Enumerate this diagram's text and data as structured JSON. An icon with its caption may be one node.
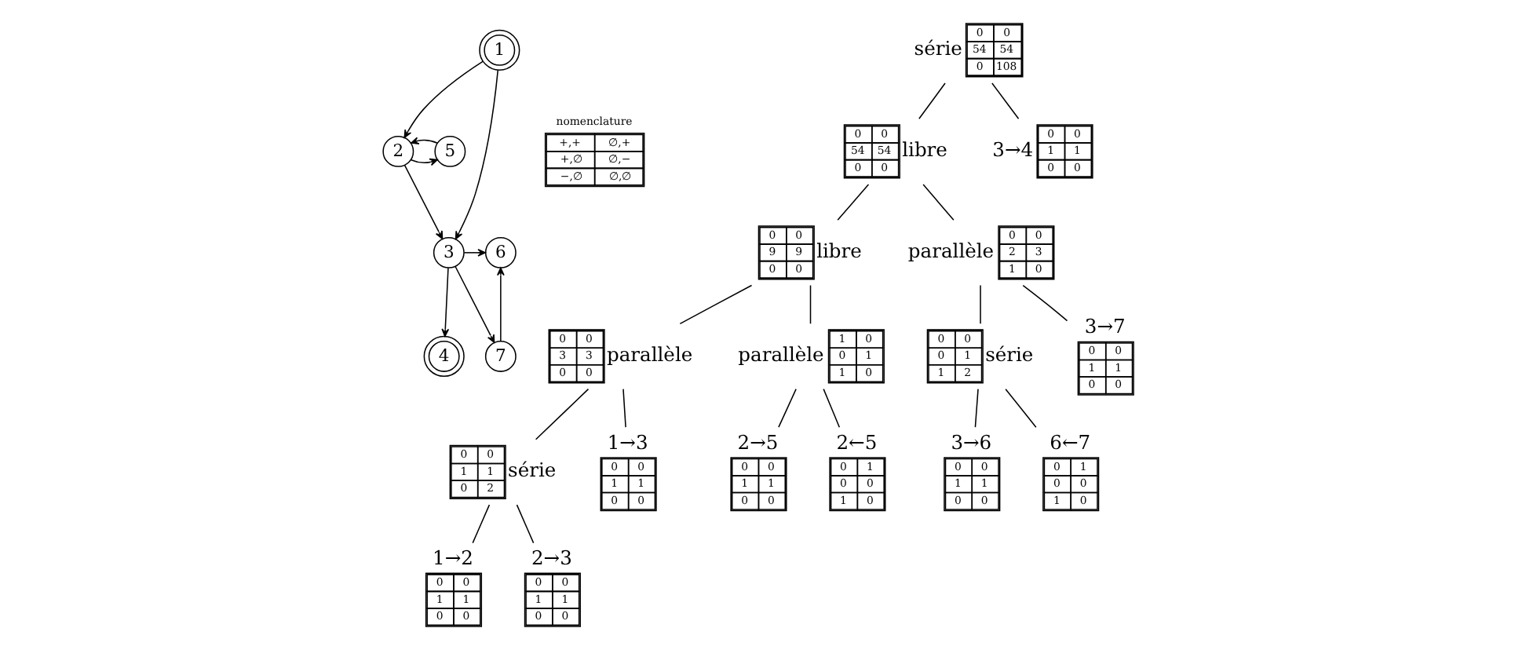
{
  "diagram": {
    "nodes": [
      {
        "text": [
          "1"
        ]
      },
      {
        "text": [
          "2"
        ]
      },
      {
        "text": [
          "3"
        ]
      },
      {
        "text": [
          "4"
        ]
      },
      {
        "text": [
          "5"
        ]
      },
      {
        "text": [
          "6"
        ]
      },
      {
        "text": [
          "7"
        ]
      },
      {
        "text": [
          "série",
          "0",
          "0",
          "54",
          "54",
          "0",
          "108"
        ]
      },
      {
        "text": [
          "libre",
          "0",
          "0",
          "54",
          "54",
          "0",
          "0"
        ]
      },
      {
        "text": [
          "3→4",
          "0",
          "0",
          "1",
          "1",
          "0",
          "0"
        ]
      },
      {
        "text": [
          "libre",
          "0",
          "0",
          "9",
          "9",
          "0",
          "0"
        ]
      },
      {
        "text": [
          "parallèle",
          "0",
          "0",
          "2",
          "3",
          "1",
          "0"
        ]
      },
      {
        "text": [
          "parallèle",
          "0",
          "0",
          "3",
          "3",
          "0",
          "0"
        ]
      },
      {
        "text": [
          "parallèle",
          "1",
          "0",
          "0",
          "1",
          "1",
          "0"
        ]
      },
      {
        "text": [
          "série",
          "0",
          "0",
          "0",
          "1",
          "1",
          "2"
        ]
      },
      {
        "text": [
          "3→7",
          "0",
          "0",
          "1",
          "1",
          "0",
          "0"
        ]
      },
      {
        "text": [
          "série",
          "0",
          "0",
          "1",
          "1",
          "0",
          "2"
        ]
      },
      {
        "text": [
          "1→3",
          "0",
          "0",
          "1",
          "1",
          "0",
          "0"
        ]
      },
      {
        "text": [
          "2→5",
          "0",
          "0",
          "1",
          "1",
          "0",
          "0"
        ]
      },
      {
        "text": [
          "2←5",
          "0",
          "1",
          "0",
          "0",
          "1",
          "0"
        ]
      },
      {
        "text": [
          "3→6",
          "0",
          "0",
          "1",
          "1",
          "0",
          "0"
        ]
      },
      {
        "text": [
          "6←7",
          "0",
          "1",
          "0",
          "0",
          "1",
          "0"
        ]
      },
      {
        "text": [
          "1→2",
          "0",
          "0",
          "1",
          "1",
          "0",
          "0"
        ]
      },
      {
        "text": [
          "2→3",
          "0",
          "0",
          "1",
          "1",
          "0",
          "0"
        ]
      }
    ],
    "edges": [
      {
        "from": 0,
        "to": 1,
        "arrow": "to"
      },
      {
        "from": 0,
        "to": 2,
        "arrow": "to"
      },
      {
        "from": 1,
        "to": 2,
        "arrow": "to"
      },
      {
        "from": 1,
        "to": 4,
        "arrow": "to"
      },
      {
        "from": 4,
        "to": 1,
        "arrow": "to"
      },
      {
        "from": 2,
        "to": 5,
        "arrow": "to"
      },
      {
        "from": 2,
        "to": 3,
        "arrow": "to"
      },
      {
        "from": 2,
        "to": 6,
        "arrow": "to"
      },
      {
        "from": 6,
        "to": 5,
        "arrow": "to"
      },
      {
        "from": 7,
        "to": 8,
        "arrow": "none"
      },
      {
        "from": 7,
        "to": 9,
        "arrow": "none"
      },
      {
        "from": 8,
        "to": 10,
        "arrow": "none"
      },
      {
        "from": 8,
        "to": 11,
        "arrow": "none"
      },
      {
        "from": 10,
        "to": 12,
        "arrow": "none"
      },
      {
        "from": 10,
        "to": 13,
        "arrow": "none"
      },
      {
        "from": 11,
        "to": 14,
        "arrow": "none"
      },
      {
        "from": 11,
        "to": 15,
        "arrow": "none"
      },
      {
        "from": 12,
        "to": 16,
        "arrow": "none"
      },
      {
        "from": 12,
        "to": 17,
        "arrow": "none"
      },
      {
        "from": 13,
        "to": 18,
        "arrow": "none"
      },
      {
        "from": 13,
        "to": 19,
        "arrow": "none"
      },
      {
        "from": 14,
        "to": 20,
        "arrow": "none"
      },
      {
        "from": 14,
        "to": 21,
        "arrow": "none"
      },
      {
        "from": 16,
        "to": 22,
        "arrow": "none"
      },
      {
        "from": 16,
        "to": 23,
        "arrow": "none"
      }
    ],
    "labels": [
      "nomenclature",
      "+,+",
      "∅,+",
      "+,∅",
      "∅,−",
      "−,∅",
      "∅,∅"
    ]
  }
}
